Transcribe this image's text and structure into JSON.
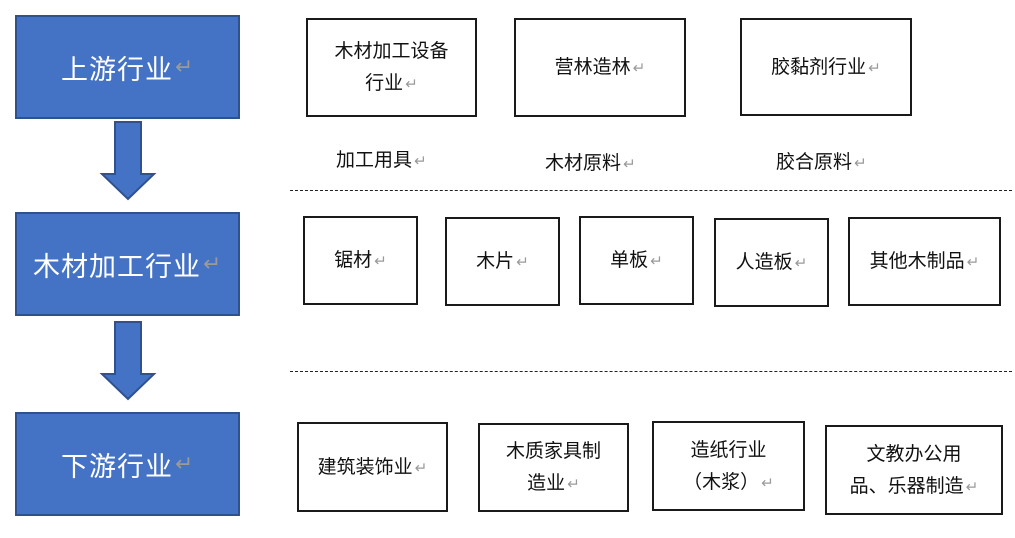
{
  "para_mark": "↵",
  "colors": {
    "stage_fill": "#4472c4",
    "stage_border": "#2f528f",
    "box_border": "#1a1a1a"
  },
  "stages": [
    {
      "label": "上游行业"
    },
    {
      "label": "木材加工行业"
    },
    {
      "label": "下游行业"
    }
  ],
  "upstream": {
    "boxes": [
      {
        "lines": [
          "木材加工设备",
          "行业"
        ]
      },
      {
        "lines": [
          "营林造林"
        ]
      },
      {
        "lines": [
          "胶黏剂行业"
        ]
      }
    ],
    "labels": [
      "加工用具",
      "木材原料",
      "胶合原料"
    ]
  },
  "processing": {
    "boxes": [
      {
        "lines": [
          "锯材"
        ]
      },
      {
        "lines": [
          "木片"
        ]
      },
      {
        "lines": [
          "单板"
        ]
      },
      {
        "lines": [
          "人造板"
        ]
      },
      {
        "lines": [
          "其他木制品"
        ]
      }
    ]
  },
  "downstream": {
    "boxes": [
      {
        "lines": [
          "建筑装饰业"
        ]
      },
      {
        "lines": [
          "木质家具制",
          "造业"
        ]
      },
      {
        "lines": [
          "造纸行业",
          "（木浆）"
        ]
      },
      {
        "lines": [
          "文教办公用",
          "品、乐器制造"
        ]
      }
    ]
  }
}
